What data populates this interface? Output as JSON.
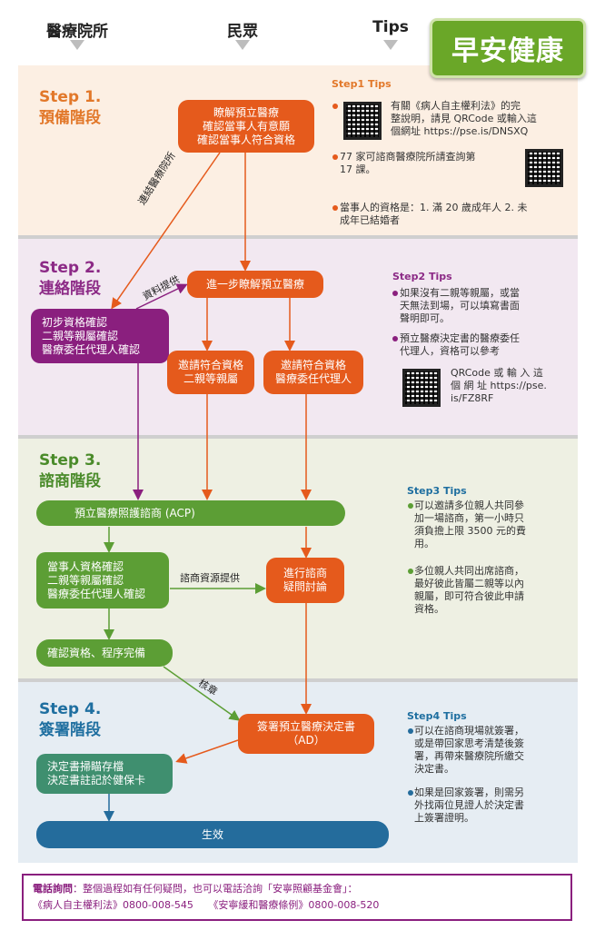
{
  "columns": {
    "hospital": "醫療院所",
    "public": "民眾",
    "tips": "Tips"
  },
  "logo": "早安健康",
  "steps": [
    {
      "title_en": "Step 1.",
      "title_zh": "預備階段"
    },
    {
      "title_en": "Step 2.",
      "title_zh": "連絡階段"
    },
    {
      "title_en": "Step 3.",
      "title_zh": "諮商階段"
    },
    {
      "title_en": "Step 4.",
      "title_zh": "簽署階段"
    }
  ],
  "nodes": {
    "understand": "瞭解預立醫療\n確認當事人有意願\n確認當事人符合資格",
    "further": "進一步瞭解預立醫療",
    "initial_check": "初步資格確認\n二親等親屬確認\n醫療委任代理人確認",
    "invite_relatives": "邀請符合資格\n二親等親屬",
    "invite_agent": "邀請符合資格\n醫療委任代理人",
    "acp": "預立醫療照護諮商 (ACP)",
    "party_check": "當事人資格確認\n二親等親屬確認\n醫療委任代理人確認",
    "discussion": "進行諮商\n疑問討論",
    "confirm": "確認資格、程序完備",
    "sign": "簽署預立醫療決定書\n（AD）",
    "scan": "決定書掃瞄存檔\n決定書註記於健保卡",
    "effective": "生效"
  },
  "edge_labels": {
    "contact_hospital": "連結醫療院所",
    "provide_info": "資料提供",
    "resource": "諮商資源提供",
    "stamp": "核章"
  },
  "tips": {
    "step1_head": "Step1 Tips",
    "step1_a": "有關《病人自主權利法》的完\n整說明，請見 QRCode 或輸入這\n個網址 https://pse.is/DNSXQ",
    "step1_b": "77 家可諮商醫療院所請查詢第\n17 課。",
    "step1_c": "當事人的資格是：1. 滿 20 歲成年人 2. 未\n成年已結婚者",
    "step2_head": "Step2 Tips",
    "step2_a": "如果沒有二親等親屬，或當\n天無法到場，可以填寫書面\n聲明即可。",
    "step2_b": "預立醫療決定書的醫療委任\n代理人，資格可以參考",
    "step2_c": "QRCode 或 輸 入 這\n個 網 址 https://pse.\nis/FZ8RF",
    "step3_head": "Step3 Tips",
    "step3_a": "可以邀請多位親人共同參\n加一場諮商，第一小時只\n須負擔上限 3500 元的費\n用。",
    "step3_b": "多位親人共同出席諮商，\n最好彼此皆屬二親等以內\n親屬，即可符合彼此申請\n資格。",
    "step4_head": "Step4 Tips",
    "step4_a": "可以在諮商現場就簽署，\n或是帶回家思考清楚後簽\n署，再帶來醫療院所繳交\n決定書。",
    "step4_b": "如果是回家簽署，則需另\n外找兩位見證人於決定書\n上簽署證明。"
  },
  "footer": {
    "label": "電話詢問",
    "line1": "：整個過程如有任何疑問，也可以電話洽詢「安寧照顧基金會」：",
    "line2": "《病人自主權利法》0800-008-545　　《安寧緩和醫療條例》0800-008-520"
  },
  "colors": {
    "orange": "#e55a1c",
    "purple": "#8a1f7e",
    "green": "#5c9e35",
    "blue": "#246c9c"
  }
}
